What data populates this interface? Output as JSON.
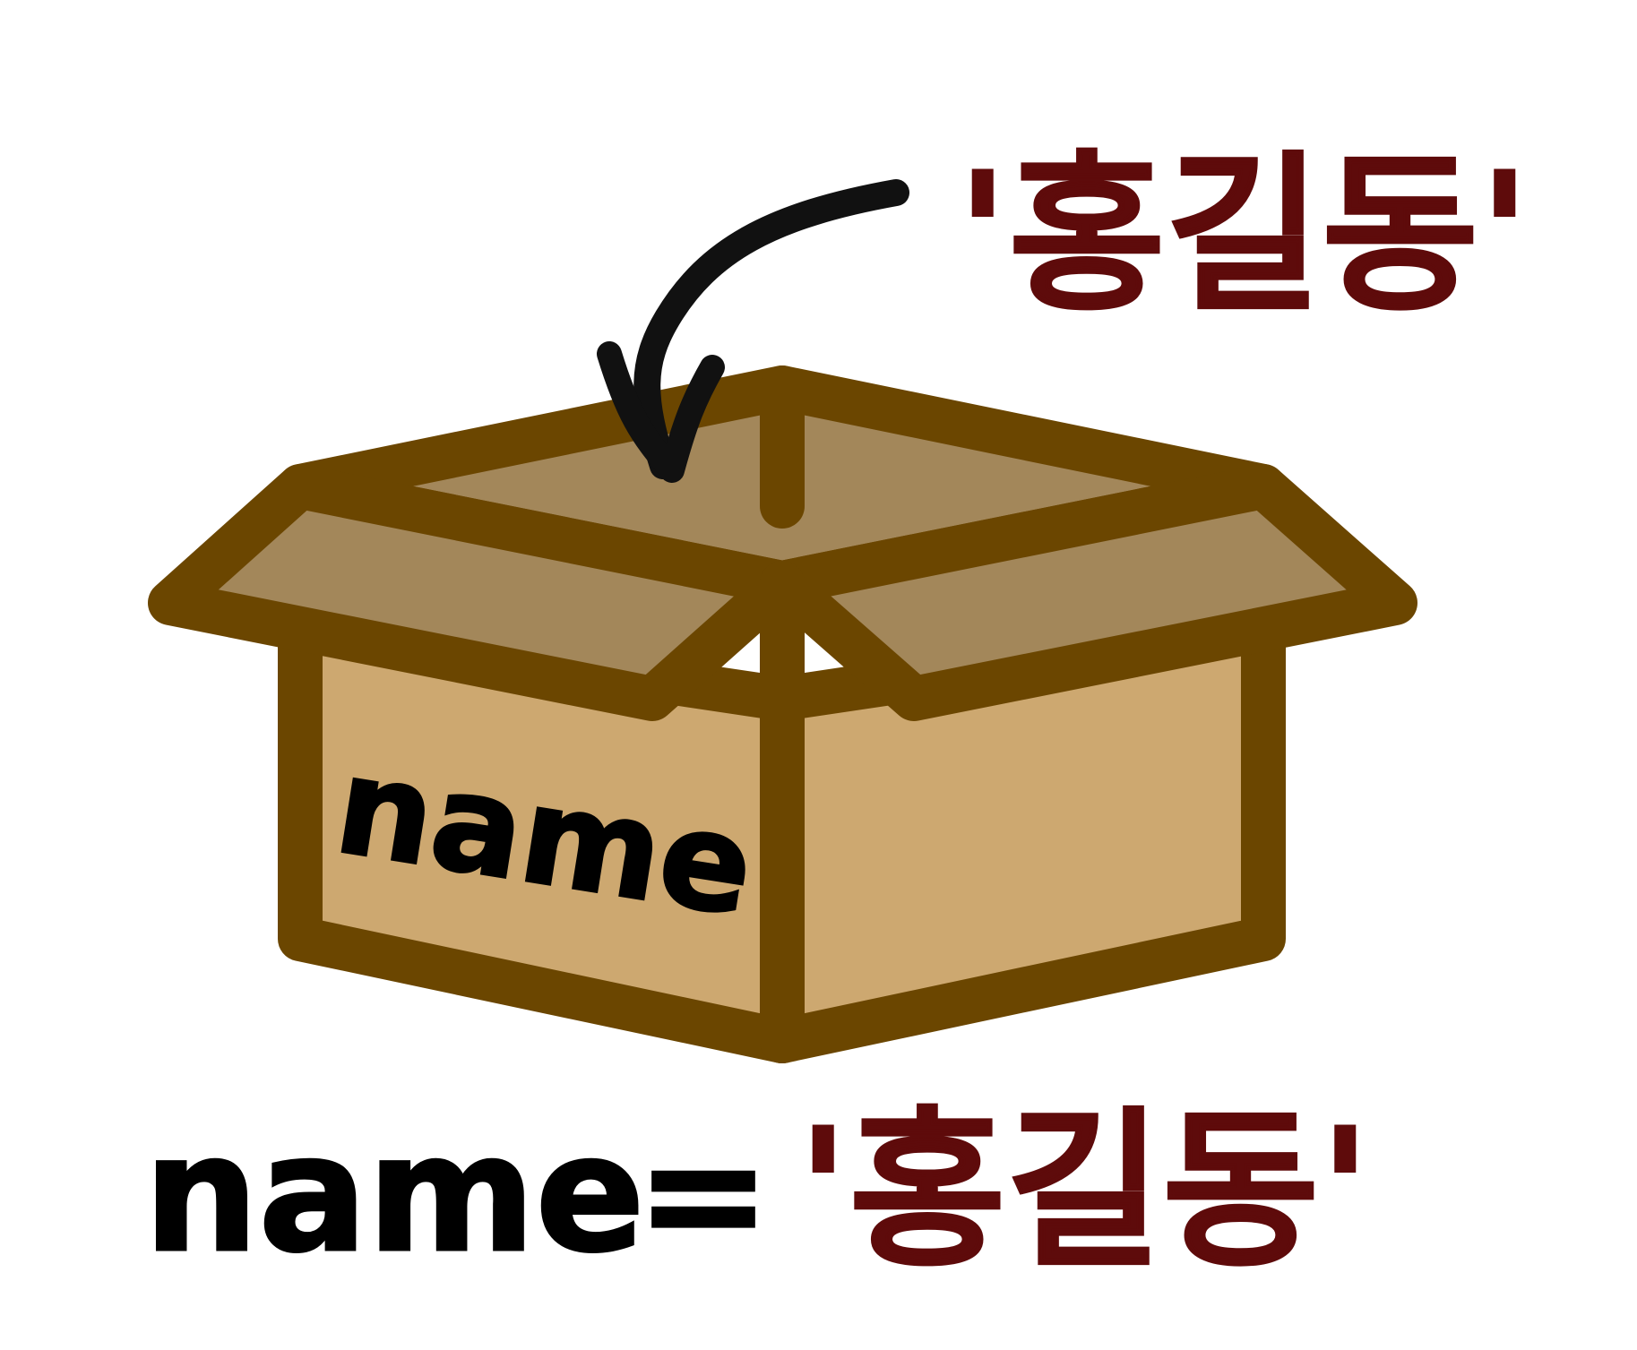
{
  "top_value": "'홍길동'",
  "box_label": "name",
  "assignment": {
    "variable": "name",
    "operator": "=",
    "value": "'홍길동'"
  },
  "colors": {
    "value_text": "#5e0b0b",
    "outline": "#6b4600",
    "box_front": "#cda870",
    "box_inside": "#a3875a",
    "arrow": "#111111",
    "label_text": "#000000",
    "background": "#ffffff"
  },
  "icons": {
    "arrow": "curved-arrow-down-icon",
    "box": "open-cardboard-box-icon"
  }
}
